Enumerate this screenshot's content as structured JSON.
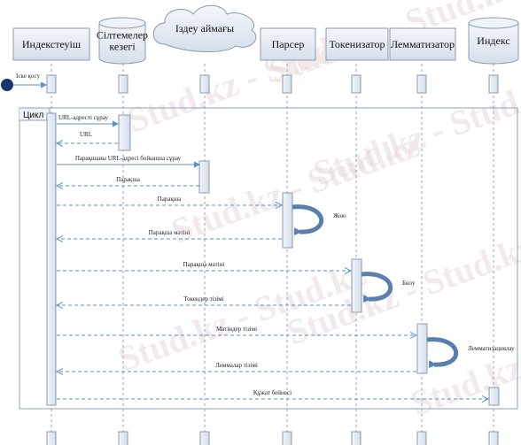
{
  "participants": [
    {
      "id": "indexer",
      "label": [
        "Индекстеуіш"
      ]
    },
    {
      "id": "queue",
      "label": [
        "Сілтемелер",
        "кезегі"
      ]
    },
    {
      "id": "search",
      "label": [
        "Іздеу аймағы"
      ]
    },
    {
      "id": "parser",
      "label": [
        "Парсер"
      ]
    },
    {
      "id": "tokenizer",
      "label": [
        "Токенизатор"
      ]
    },
    {
      "id": "lemmatizer",
      "label": [
        "Лемматизатор"
      ]
    },
    {
      "id": "index",
      "label": [
        "Индекс"
      ]
    }
  ],
  "start_label": "Іске қосу",
  "loop_label": "Цикл",
  "messages": [
    {
      "label": "URL-адресті сұрау",
      "from": "indexer",
      "to": "queue",
      "style": "solid"
    },
    {
      "label": "URL",
      "from": "queue",
      "to": "indexer",
      "style": "dash"
    },
    {
      "label": "Парақшаны URL-адресі бойынша сұрау",
      "from": "indexer",
      "to": "search",
      "style": "solid"
    },
    {
      "label": "Парақша",
      "from": "search",
      "to": "indexer",
      "style": "dash"
    },
    {
      "label": "Парақша",
      "from": "indexer",
      "to": "parser",
      "style": "dash"
    },
    {
      "label": "Парақша мәтіні",
      "from": "parser",
      "to": "indexer",
      "style": "dash"
    },
    {
      "label": "Парақша мәтіні",
      "from": "indexer",
      "to": "tokenizer",
      "style": "dash"
    },
    {
      "label": "Токендер тізімі",
      "from": "tokenizer",
      "to": "indexer",
      "style": "dash"
    },
    {
      "label": "Мәтіндер тізімі",
      "from": "indexer",
      "to": "lemmatizer",
      "style": "dash"
    },
    {
      "label": "Леммалар тізімі",
      "from": "lemmatizer",
      "to": "indexer",
      "style": "dash"
    },
    {
      "label": "Құжат бейнесі",
      "from": "indexer",
      "to": "index",
      "style": "dash"
    }
  ],
  "self_calls": [
    {
      "label": "Жою",
      "on": "parser"
    },
    {
      "label": "Бөлу",
      "on": "tokenizer"
    },
    {
      "label": "Лемматизациялау",
      "on": "lemmatizer"
    }
  ],
  "watermark": "Stud.kz - Stud.kz"
}
